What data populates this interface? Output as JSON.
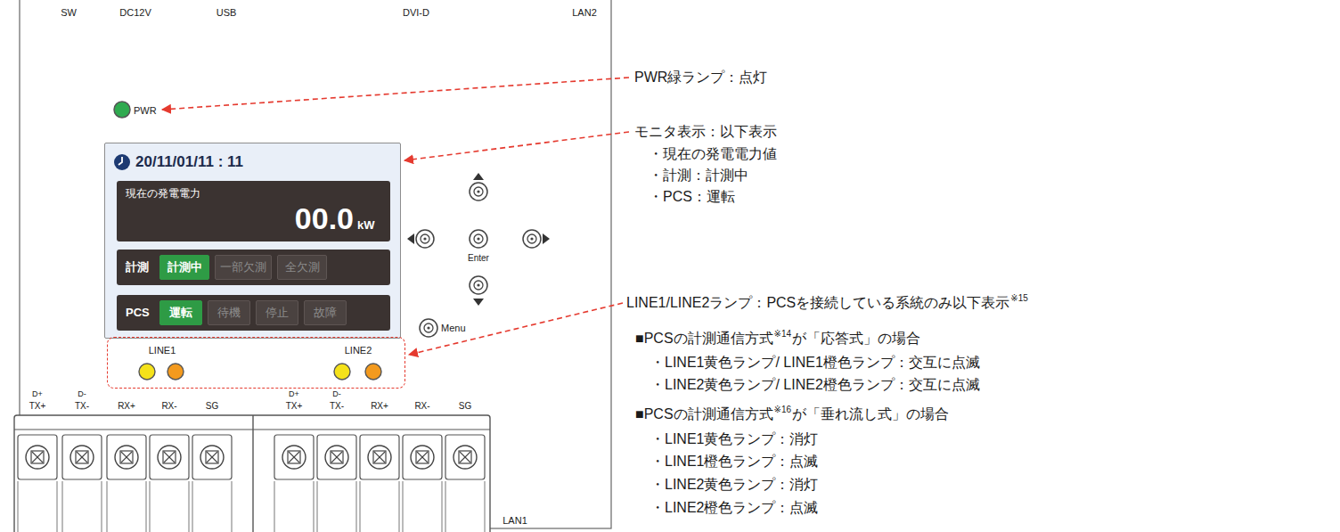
{
  "diagram": {
    "nodes": [
      {
        "text": [
          "20/11/01/11 : 11"
        ]
      },
      {
        "text": [
          "現在の発電電力",
          "00.0",
          "kW"
        ],
        "in": 0
      },
      {
        "text": [
          "計測"
        ],
        "in": 0
      },
      {
        "text": [
          "計測中"
        ],
        "in": 2
      },
      {
        "text": [
          "一部欠測"
        ],
        "in": 2
      },
      {
        "text": [
          "全欠測"
        ],
        "in": 2
      },
      {
        "text": [
          "PCS"
        ],
        "in": 0
      },
      {
        "text": [
          "運転"
        ],
        "in": 6
      },
      {
        "text": [
          "待機"
        ],
        "in": 6
      },
      {
        "text": [
          "停止"
        ],
        "in": 6
      },
      {
        "text": [
          "故障"
        ],
        "in": 6
      },
      {
        "text": [
          "LINE1",
          "LINE2"
        ]
      }
    ],
    "labels": [
      "SW",
      "DC12V",
      "USB",
      "DVI-D",
      "LAN2",
      "PWR",
      "Enter",
      "Menu",
      "D+",
      "TX+",
      "D-",
      "TX-",
      "RX+",
      "RX-",
      "SG",
      "D+",
      "TX+",
      "D-",
      "TX-",
      "RX+",
      "RX-",
      "SG",
      "LAN1",
      "PWR緑ランプ：点灯",
      "モニタ表示：以下表示",
      "・現在の発電電力値",
      "・計測：計測中",
      "・PCS：運転",
      "LINE1/LINE2ランプ：PCSを接続している系統のみ以下表示",
      "※15",
      "■PCSの計測通信方式",
      "※14",
      "が「応答式」の場合",
      "・LINE1黄色ランプ/ LINE1橙色ランプ：交互に点滅",
      "・LINE2黄色ランプ/ LINE2橙色ランプ：交互に点滅",
      "■PCSの計測通信方式",
      "※16",
      "が「垂れ流し式」の場合",
      "・LINE1黄色ランプ：消灯",
      "・LINE1橙色ランプ：点滅",
      "・LINE2黄色ランプ：消灯",
      "・LINE2橙色ランプ：点滅"
    ]
  }
}
